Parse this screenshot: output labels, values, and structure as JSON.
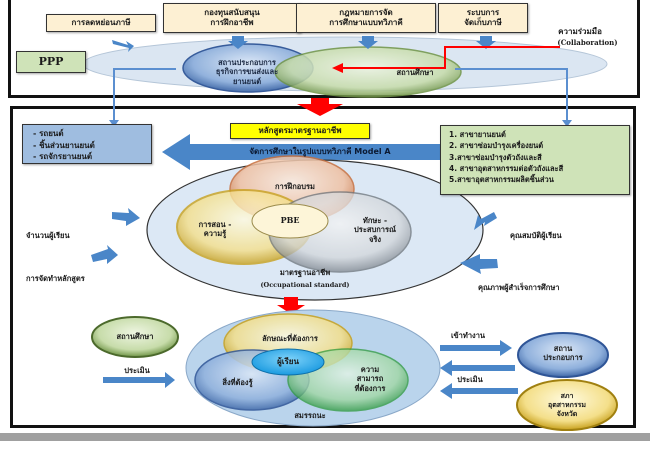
{
  "top_section": {
    "ppp_label": "PPP",
    "boxes": [
      "การลดหย่อนภาษี",
      "กองทุนสนับสนุน\nการฝึกอาชีพ",
      "กฎหมายการจัด\nการศึกษาแบบทวิภาคี",
      "ระบบการ\nจัดเก็บภาษี"
    ],
    "ellipse_left": "สถานประกอบการ\nธุรกิจการขนส่งและ\nยานยนต์",
    "ellipse_right": "สถานศึกษา",
    "collaboration_th": "ความร่วมมือ",
    "collaboration_en": "(Collaboration)"
  },
  "middle_section": {
    "header_label": "หลักสูตรมาตรฐานอาชีพ",
    "banner_label": "จัดการศึกษาในรูปแบบทวิภาคี Model A",
    "left_list": [
      "- รถยนต์",
      "- ชิ้นส่วนยานยนต์",
      "- รถจักรยานยนต์"
    ],
    "right_list": [
      "1. สาขายานยนต์",
      "2. สาขาซ่อมบำรุงเครื่องยนต์",
      "3.สาขาซ่อมบำรุงตัวถังและสี",
      "4. สาขาอุตสาหกรรมต่อตัวถังและสี",
      "5.สาขาอุตสาหกรรมผลิตชิ้นส่วน"
    ],
    "venn": {
      "top": "การฝึกอบรม",
      "left": "การสอน -\nความรู้",
      "right": "ทักษะ -\nประสบการณ์\nจริง",
      "center": "PBE",
      "caption_th": "มาตรฐานอาชีพ",
      "caption_en": "(Occupational standard)"
    },
    "inputs_left": [
      "จำนวนผู้เรียน",
      "การจัดทำหลักสูตร"
    ],
    "inputs_right": [
      "คุณสมบัติผู้เรียน",
      "คุณภาพผู้สำเร็จการศึกษา"
    ]
  },
  "bottom_section": {
    "left_ellipse": "สถานศึกษา",
    "left_arrow_label": "ประเมิน",
    "venn": {
      "top": "ลักษณะที่ต้องการ",
      "left": "สิ่งที่ต้องรู้",
      "right": "ความ\nสามารถ\nที่ต้องการ",
      "center": "ผู้เรียน",
      "caption": "สมรรถนะ"
    },
    "right_top_arrow_label": "เข้าทำงาน",
    "right_bottom_arrow_label": "ประเมิน",
    "right_ellipse_top": "สถาน\nประกอบการ",
    "right_ellipse_bottom": "สภา\nอุตสาหกรรม\nจังหวัด"
  },
  "colors": {
    "frame": "#111111",
    "arrow_blue": "#4a86c8",
    "arrow_red": "#ff0000",
    "tan": "#fdf0d3",
    "green_box": "#cfe3b8",
    "blue_box": "#9fbde0",
    "yellow": "#ffff00"
  }
}
